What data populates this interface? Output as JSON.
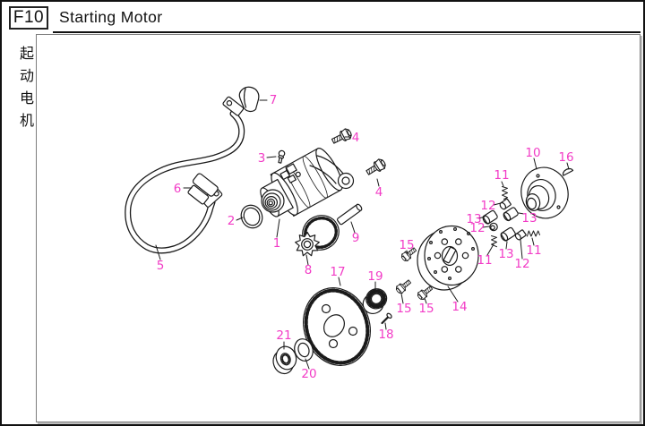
{
  "page": {
    "code": "F10",
    "title": "Starting Motor"
  },
  "side_label": {
    "text": "起动电机",
    "chars": [
      "起",
      "动",
      "电",
      "机"
    ]
  },
  "callouts": {
    "1": "1",
    "2": "2",
    "3": "3",
    "4": "4",
    "5": "5",
    "6": "6",
    "7": "7",
    "8": "8",
    "9": "9",
    "10": "10",
    "11": "11",
    "12": "12",
    "13": "13",
    "14": "14",
    "15": "15",
    "16": "16",
    "17": "17",
    "18": "18",
    "19": "19",
    "20": "20",
    "21": "21"
  },
  "colors": {
    "callout_magenta": "#F23CC6",
    "line_black": "#1A1A1A",
    "frame_gray": "#7D7D7D"
  }
}
